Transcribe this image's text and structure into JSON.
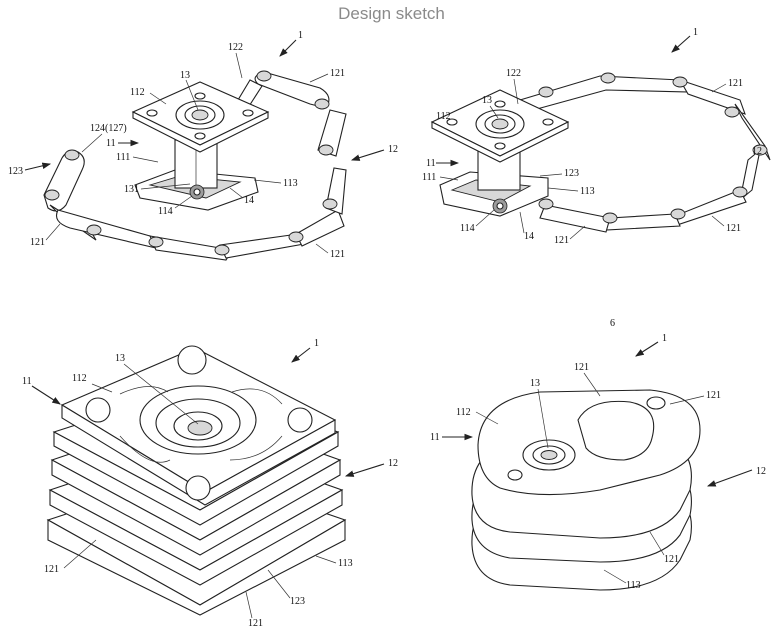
{
  "title": "Design sketch",
  "figures": {
    "fig_a": {
      "labels": [
        "1",
        "122",
        "121",
        "13",
        "112",
        "124(127)",
        "11",
        "111",
        "123",
        "131",
        "114",
        "14",
        "113",
        "12",
        "121",
        "121"
      ]
    },
    "fig_b": {
      "labels": [
        "1",
        "122",
        "121",
        "13",
        "112",
        "11",
        "111",
        "123",
        "113",
        "114",
        "14",
        "121",
        "12",
        "121"
      ]
    },
    "fig_c": {
      "labels": [
        "1",
        "13",
        "11",
        "112",
        "12",
        "121",
        "113",
        "123",
        "121"
      ]
    },
    "fig_d": {
      "labels": [
        "6",
        "1",
        "121",
        "13",
        "121",
        "112",
        "11",
        "12",
        "121",
        "113"
      ]
    }
  }
}
